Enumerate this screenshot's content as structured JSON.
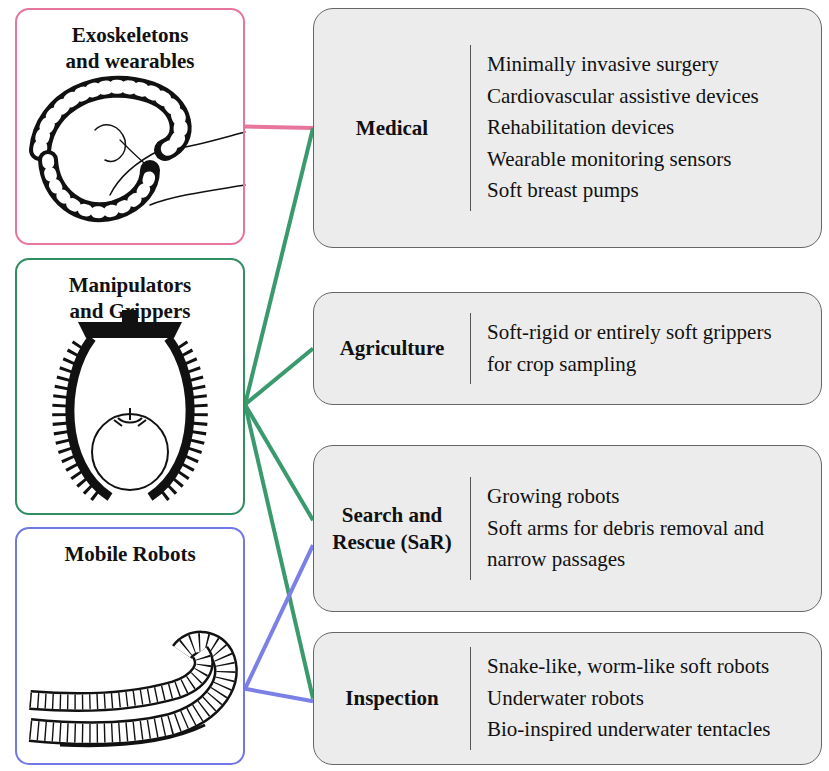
{
  "diagram": {
    "nodes": [
      {
        "text": [
          "Exoskeletons and wearables"
        ]
      },
      {
        "text": [
          "Manipulators and Grippers"
        ]
      },
      {
        "text": [
          "Mobile Robots"
        ]
      },
      {
        "text": [
          "Medical",
          "Minimally invasive surgery",
          "Cardiovascular assistive devices",
          "Rehabilitation devices",
          "Wearable monitoring sensors",
          "Soft breast pumps"
        ]
      },
      {
        "text": [
          "Agriculture",
          "Soft-rigid or entirely soft grippers for crop sampling"
        ]
      },
      {
        "text": [
          "Search and Rescue (SaR)",
          "Growing robots",
          "Soft arms for debris removal and narrow passages"
        ]
      },
      {
        "text": [
          "Inspection",
          "Snake-like, worm-like soft robots",
          "Underwater robots",
          "Bio-inspired underwater tentacles"
        ]
      }
    ],
    "edges": [
      {
        "from": 0,
        "to": 3,
        "arrow": "none"
      },
      {
        "from": 1,
        "to": 3,
        "arrow": "none"
      },
      {
        "from": 1,
        "to": 4,
        "arrow": "none"
      },
      {
        "from": 1,
        "to": 5,
        "arrow": "none"
      },
      {
        "from": 1,
        "to": 6,
        "arrow": "none"
      },
      {
        "from": 2,
        "to": 5,
        "arrow": "none"
      },
      {
        "from": 2,
        "to": 6,
        "arrow": "none"
      }
    ]
  }
}
